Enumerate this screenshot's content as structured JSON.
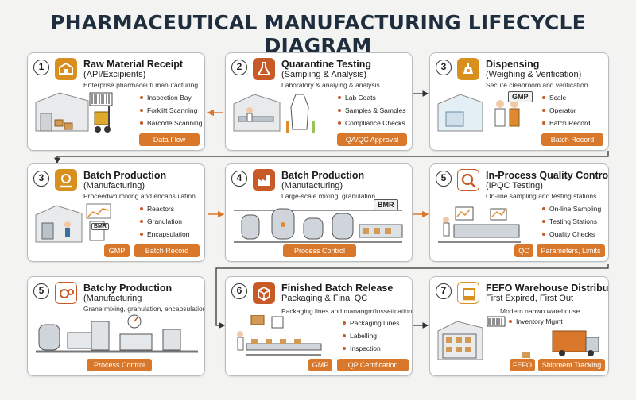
{
  "title": "PHARMACEUTICAL MANUFACTURING LIFECYCLE DIAGRAM",
  "stages": [
    {
      "number": "1",
      "title": "Raw Material Receipt",
      "subtitle": "(API/Excipients)",
      "description": "Enterprise pharmaceuti manufacturing",
      "bullets": [
        "Inspection Bay",
        "Forklift Scanning",
        "Barcode Scanning"
      ],
      "pills": [
        "Data Flow"
      ],
      "icon": "warehouse-icon"
    },
    {
      "number": "2",
      "title": "Quarantine Testing",
      "subtitle": "(Sampling & Analysis)",
      "description": "Laboratory & analying & analysis",
      "bullets": [
        "Lab Coats",
        "Samples & Samples",
        "Compliance Checks"
      ],
      "pills": [
        "QA/QC Approval"
      ],
      "icon": "flask-icon"
    },
    {
      "number": "3",
      "title": "Dispensing",
      "subtitle": "(Weighing & Verification)",
      "description": "Secure cleanroom and verification",
      "tag": "GMP",
      "bullets": [
        "Scale",
        "Operator",
        "Batch Record"
      ],
      "pills": [
        "Batch Record"
      ],
      "icon": "scale-icon"
    },
    {
      "number": "3",
      "title": "Batch Production",
      "subtitle": "(Manufacturing)",
      "description": "Proceedwn mixing and encapsulation",
      "tag": "BMR",
      "bullets": [
        "Reactors",
        "Granulation",
        "Encapsulation"
      ],
      "pills": [
        "GMP",
        "Batch Record"
      ],
      "icon": "gear-hand-icon"
    },
    {
      "number": "4",
      "title": "Batch Production",
      "subtitle": "(Manufacturing)",
      "description": "Large-scale mixing, granulation",
      "tag": "BMR",
      "bullets": [],
      "pills": [
        "Process Control"
      ],
      "icon": "factory-icon"
    },
    {
      "number": "5",
      "title": "In-Process Quality Control",
      "subtitle": "(IPQC Testing)",
      "description": "On-line sampling and testing stations",
      "bullets": [
        "On-line Sampling",
        "Testing Stations",
        "Quality Checks"
      ],
      "pills": [
        "QC",
        "Parameters, Limits"
      ],
      "icon": "magnifier-icon"
    },
    {
      "number": "5",
      "title": "Batchy Production",
      "subtitle": "(Manufacturing",
      "description": "Grane mixing, granulation, encapsulation",
      "bullets": [],
      "pills": [
        "Process Control"
      ],
      "icon": "gears-icon"
    },
    {
      "number": "6",
      "title": "Finished Batch Release",
      "subtitle": "Packaging & Final QC",
      "description": "Packaging lines and maoangm'inssetication",
      "bullets": [
        "Packaging Lines",
        "Labelling",
        "Inspection"
      ],
      "pills": [
        "GMP",
        "QP Certification"
      ],
      "icon": "box-icon"
    },
    {
      "number": "7",
      "title": "FEFO Warehouse Distribution",
      "subtitle": "First Expired, First Out",
      "description": "Modern nabwn warehouse",
      "bullets": [
        "Inventory Mgmt"
      ],
      "pills": [
        "FEFO",
        "Shipment Tracking"
      ],
      "icon": "pallet-icon"
    }
  ],
  "colors": {
    "accent_orange": "#d9772a",
    "icon_amber": "#d98f1e",
    "icon_red": "#c75a26",
    "title_navy": "#1f2e3f",
    "card_border": "#b9bcc0"
  }
}
